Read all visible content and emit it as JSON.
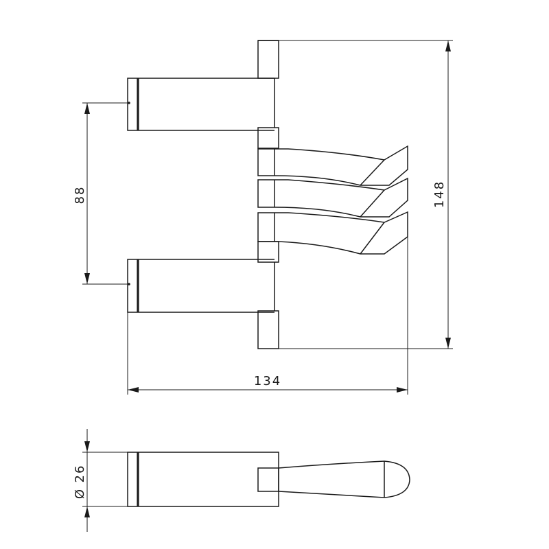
{
  "dimensions": {
    "spacing": "88",
    "height": "148",
    "width": "134",
    "diameter_symbol": "Ø",
    "diameter_value": "26"
  }
}
